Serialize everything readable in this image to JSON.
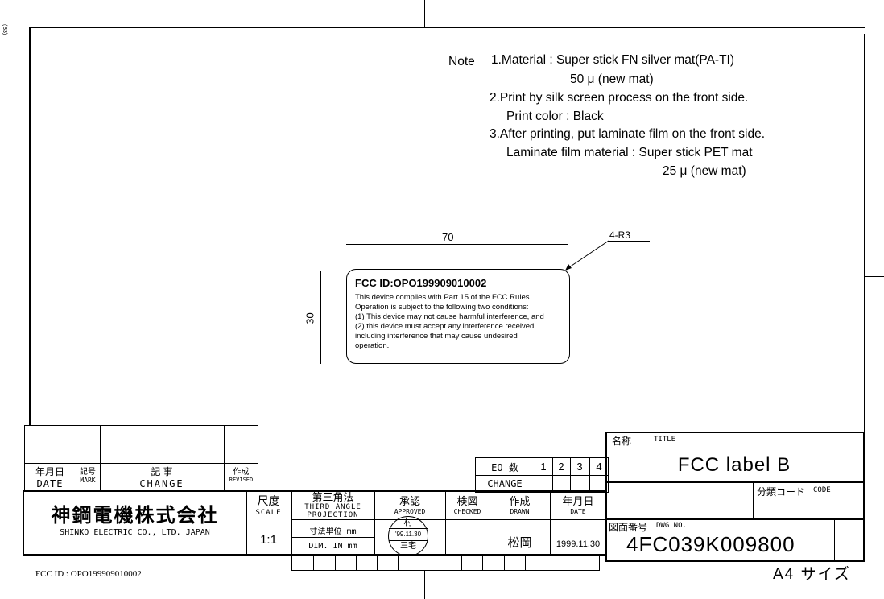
{
  "margin_note": "(B3)",
  "notes": {
    "heading": "Note",
    "lines": [
      "1.Material :  Super stick FN silver mat(PA-TI)",
      "50 μ (new mat)",
      "2.Print by silk screen process on the front side.",
      "Print color : Black",
      "3.After printing, put laminate film on the front side.",
      "Laminate film material : Super stick PET mat",
      "25 μ (new mat)"
    ]
  },
  "dimensions": {
    "width": "70",
    "height": "30",
    "radius": "4-R3"
  },
  "label": {
    "fcc_id": "FCC ID:OPO199909010002",
    "body": [
      "This device complies with Part 15 of the FCC Rules.",
      "Operation is subject to the following two conditions:",
      "(1) This device may not cause harmful interference, and",
      "(2) this device must accept any interference received,",
      "including interference that may cause undesired",
      "operation."
    ]
  },
  "revision_table": {
    "date_jp": "年月日",
    "date_en": "DATE",
    "mark_jp": "記号",
    "mark_en": "MARK",
    "change_jp": "記 事",
    "change_en": "CHANGE",
    "revised_jp": "作成",
    "revised_en": "REVISED"
  },
  "eo": {
    "label": "EO 数",
    "change": "CHANGE",
    "numbers": [
      "1",
      "2",
      "3",
      "4"
    ]
  },
  "company": {
    "name_jp": "神鋼電機株式会社",
    "name_en": "SHINKO ELECTRIC CO., LTD. JAPAN"
  },
  "title_block": {
    "scale_jp": "尺度",
    "scale_en": "SCALE",
    "scale_value": "1:1",
    "projection_jp": "第三角法",
    "projection_en1": "THIRD ANGLE",
    "projection_en2": "PROJECTION",
    "unit_jp": "寸法単位 mm",
    "unit_en": "DIM. IN mm",
    "approved_jp": "承認",
    "approved_en": "APPROVED",
    "stamp_top": "村",
    "stamp_date": "'99.11.30",
    "stamp_bottom": "三宅",
    "checked_jp": "検図",
    "checked_en": "CHECKED",
    "drawn_jp": "作成",
    "drawn_en": "DRAWN",
    "drawn_value": "松岡",
    "date_jp": "年月日",
    "date_en": "DATE",
    "date_value": "1999.11.30"
  },
  "title": {
    "label_jp": "名称",
    "label_en": "TITLE",
    "value": "FCC label B"
  },
  "code": {
    "label_jp": "分類コード",
    "label_en": "CODE"
  },
  "drawing_no": {
    "label_jp": "図面番号",
    "label_en": "DWG NO.",
    "value": "4FC039K009800"
  },
  "paper_size": "A4 サイズ",
  "footer_fcc": "FCC ID : OPO199909010002"
}
